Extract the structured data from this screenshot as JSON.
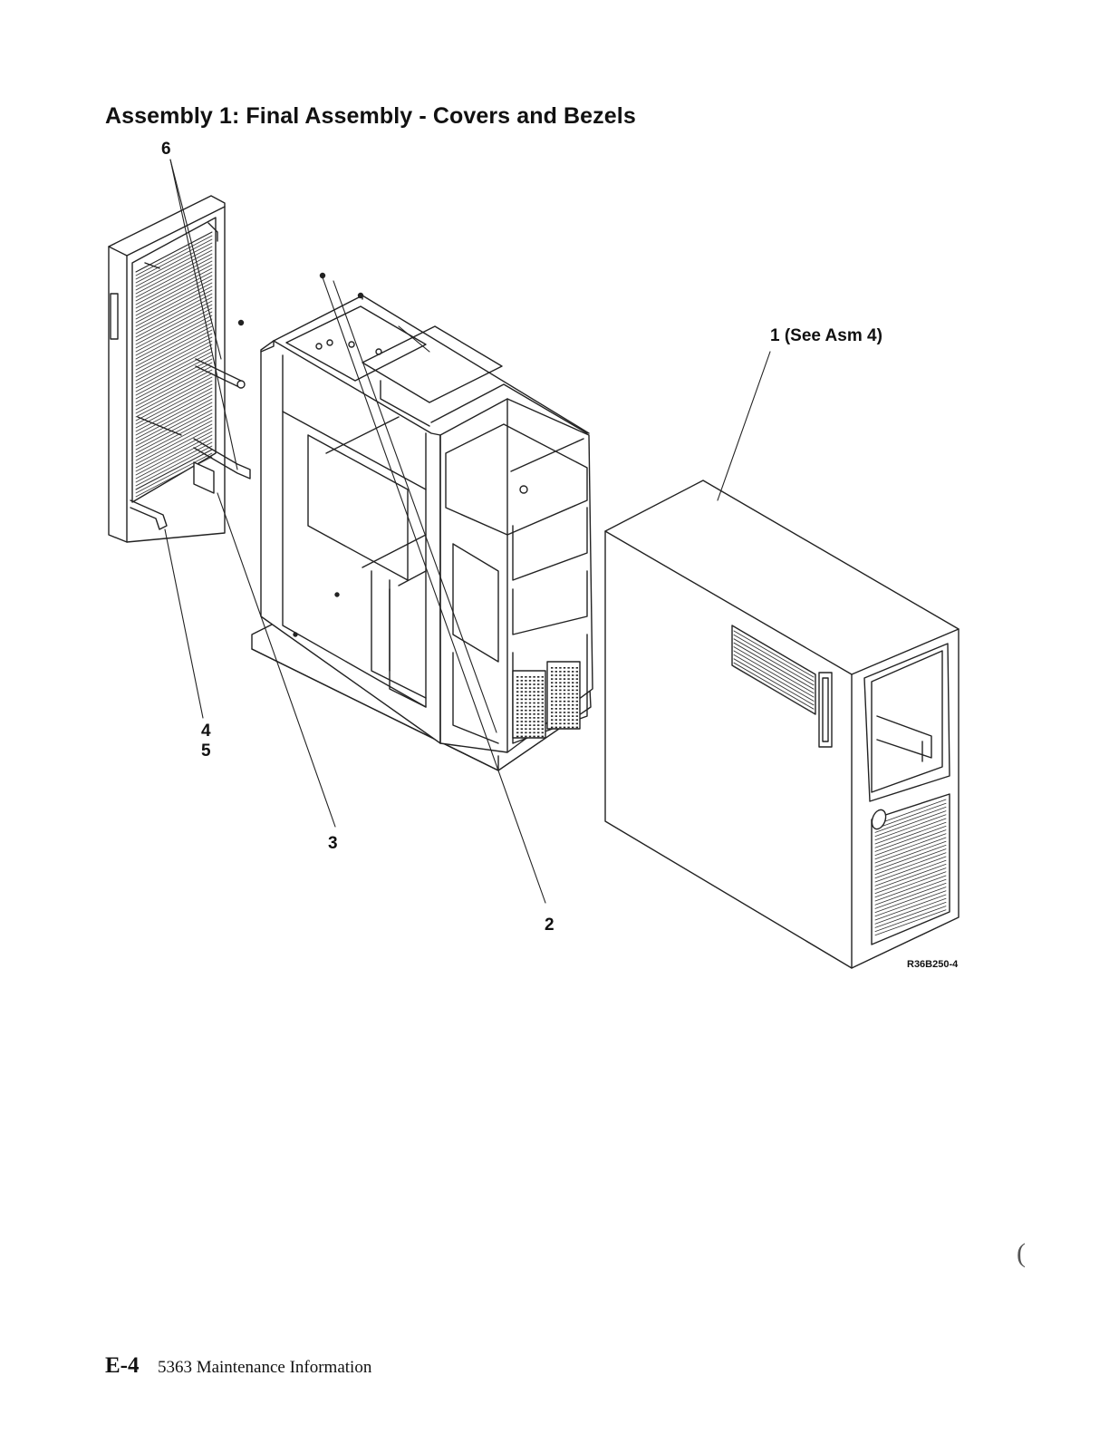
{
  "page": {
    "title": "Assembly 1:  Final Assembly - Covers and Bezels",
    "figure_id": "R36B250-4",
    "footer": {
      "page_number": "E-4",
      "document_title": "5363 Maintenance Information"
    },
    "margin_mark": "("
  },
  "callouts": [
    {
      "id": "c1",
      "label": "1 (See Asm 4)"
    },
    {
      "id": "c2",
      "label": "2"
    },
    {
      "id": "c3",
      "label": "3"
    },
    {
      "id": "c4",
      "label": "4"
    },
    {
      "id": "c5",
      "label": "5"
    },
    {
      "id": "c6",
      "label": "6"
    }
  ]
}
